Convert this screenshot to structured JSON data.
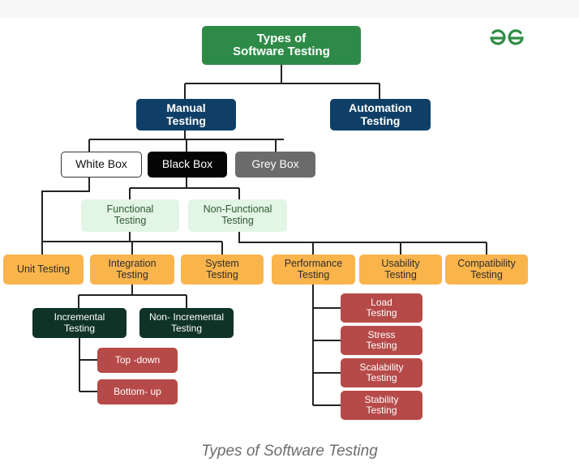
{
  "diagram": {
    "nodes": {
      "root": "Types of\nSoftware Testing",
      "manual": "Manual\nTesting",
      "automation": "Automation\nTesting",
      "white_box": "White Box",
      "black_box": "Black Box",
      "grey_box": "Grey Box",
      "functional": "Functional\nTesting",
      "non_functional": "Non-Functional\nTesting",
      "unit": "Unit Testing",
      "integration": "Integration\nTesting",
      "system": "System\nTesting",
      "performance": "Performance\nTesting",
      "usability": "Usability\nTesting",
      "compatibility": "Compatibility\nTesting",
      "incremental": "Incremental\nTesting",
      "non_incremental": "Non- Incremental\nTesting",
      "top_down": "Top -down",
      "bottom_up": "Bottom- up",
      "load": "Load\nTesting",
      "stress": "Stress\nTesting",
      "scalability": "Scalability\nTesting",
      "stability": "Stability\nTesting"
    },
    "caption": "Types of Software Testing",
    "logo_text": "GfG"
  },
  "colors": {
    "root": "#2e8b47",
    "navy": "#0f3f66",
    "black": "#050505",
    "grey": "#6b6b6b",
    "mint": "#e3f5e4",
    "orange": "#f9b44c",
    "dark_green": "#0f3326",
    "red": "#b64a48",
    "connector": "#222222"
  }
}
